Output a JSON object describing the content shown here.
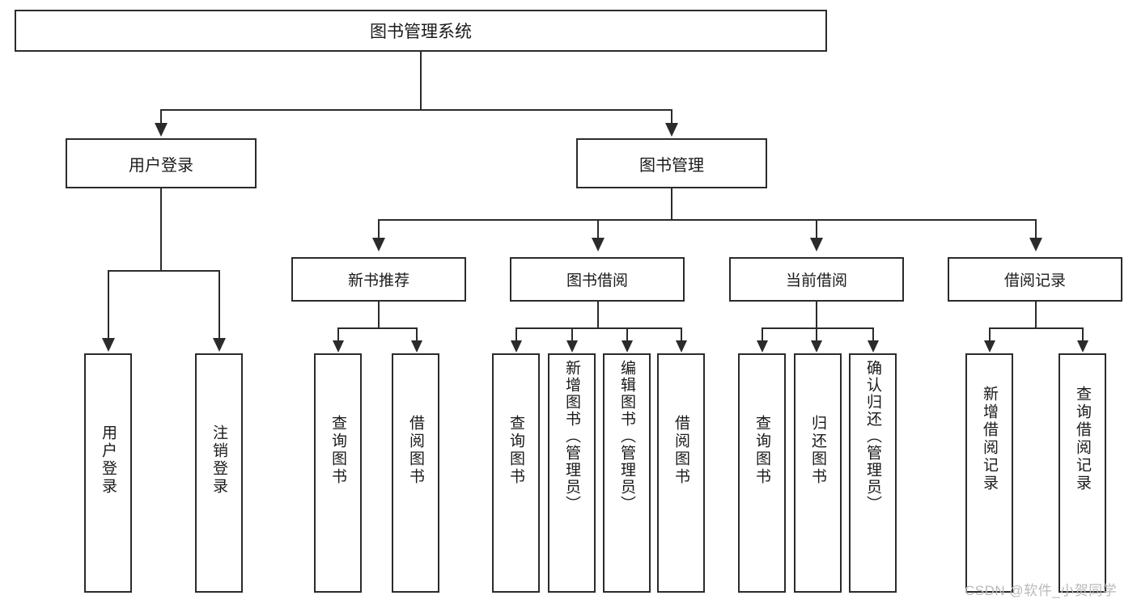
{
  "diagram": {
    "title": "图书管理系统",
    "type": "tree-hierarchy-diagram",
    "root": {
      "label": "图书管理系统"
    },
    "level1": [
      {
        "id": "user-login",
        "label": "用户登录"
      },
      {
        "id": "book-management",
        "label": "图书管理"
      }
    ],
    "level2": [
      {
        "id": "new-book-recommend",
        "label": "新书推荐",
        "parent": "book-management"
      },
      {
        "id": "book-borrow",
        "label": "图书借阅",
        "parent": "book-management"
      },
      {
        "id": "current-borrow",
        "label": "当前借阅",
        "parent": "book-management"
      },
      {
        "id": "borrow-record",
        "label": "借阅记录",
        "parent": "book-management"
      }
    ],
    "leaves": {
      "user-login": [
        {
          "id": "leaf-user-login",
          "label": "用户登录"
        },
        {
          "id": "leaf-logout-login",
          "label": "注销登录"
        }
      ],
      "new-book-recommend": [
        {
          "id": "leaf-query-book-1",
          "label": "查询图书"
        },
        {
          "id": "leaf-borrow-book-1",
          "label": "借阅图书"
        }
      ],
      "book-borrow": [
        {
          "id": "leaf-query-book-2",
          "label": "查询图书"
        },
        {
          "id": "leaf-add-book",
          "label": "新增图书（管理员）"
        },
        {
          "id": "leaf-edit-book",
          "label": "编辑图书（管理员）"
        },
        {
          "id": "leaf-borrow-book-2",
          "label": "借阅图书"
        }
      ],
      "current-borrow": [
        {
          "id": "leaf-query-book-3",
          "label": "查询图书"
        },
        {
          "id": "leaf-return-book",
          "label": "归还图书"
        },
        {
          "id": "leaf-confirm-return",
          "label": "确认归还（管理员）"
        }
      ],
      "borrow-record": [
        {
          "id": "leaf-add-record",
          "label": "新增借阅记录"
        },
        {
          "id": "leaf-query-record",
          "label": "查询借阅记录"
        }
      ]
    },
    "colors": {
      "stroke": "#2b2b2b",
      "fill": "#ffffff",
      "text": "#1a1a1a",
      "watermark": "#b9b9b9"
    }
  },
  "watermark": {
    "text": "CSDN @软件_小贺同学"
  }
}
